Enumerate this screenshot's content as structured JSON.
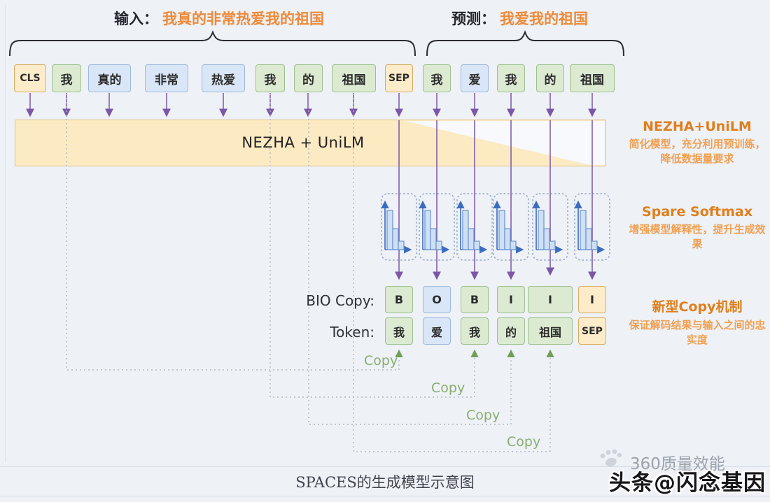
{
  "header": {
    "input_label": "输入：",
    "input_value": "我真的非常热爱我的祖国",
    "predict_label": "预测：",
    "predict_value": "我爱我的祖国"
  },
  "input_tokens": [
    "CLS",
    "我",
    "真的",
    "非常",
    "热爱",
    "我",
    "的",
    "祖国",
    "SEP"
  ],
  "predict_tokens": [
    "我",
    "爱",
    "我",
    "的",
    "祖国"
  ],
  "model_label": "NEZHA + UniLM",
  "annotations": [
    {
      "title": "NEZHA+UniLM",
      "desc": "简化模型，充分利用预训练，降低数据量要求"
    },
    {
      "title": "Spare Softmax",
      "desc": "增强模型解释性，提升生成效果"
    },
    {
      "title": "新型Copy机制",
      "desc": "保证解码结果与输入之间的忠实度"
    }
  ],
  "bio_row": {
    "label": "BIO Copy:",
    "values": [
      "B",
      "O",
      "B",
      "I",
      "I",
      "I"
    ]
  },
  "token_row": {
    "label": "Token:",
    "values": [
      "我",
      "爱",
      "我",
      "的",
      "祖国",
      "SEP"
    ]
  },
  "copy_label": "Copy",
  "caption": "SPACES的生成模型示意图",
  "watermark": {
    "brand": "360质量效能",
    "byline": "头条@闪念基因"
  },
  "colors": {
    "token_green": "#dcead2",
    "token_blue": "#d9e6f7",
    "token_orange": "#fcecca",
    "model_fill": "#fbeac2",
    "accent_orange": "#ed8a3a",
    "arrow_purple": "#7b57a8",
    "copy_green": "#8aae70",
    "axis_blue": "#3a6cc0"
  }
}
